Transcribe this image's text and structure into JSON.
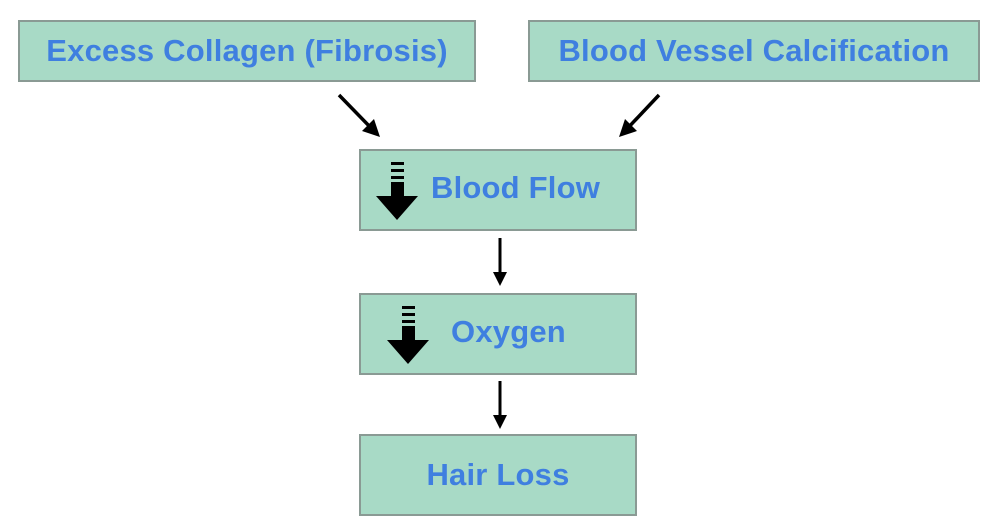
{
  "diagram": {
    "nodes": {
      "fibrosis": {
        "label": "Excess Collagen (Fibrosis)"
      },
      "calcification": {
        "label": "Blood Vessel Calcification"
      },
      "blood_flow": {
        "label": "Blood Flow",
        "indicator": "decrease-arrow-icon"
      },
      "oxygen": {
        "label": "Oxygen",
        "indicator": "decrease-arrow-icon"
      },
      "hair_loss": {
        "label": "Hair Loss"
      }
    },
    "edges": [
      {
        "from": "fibrosis",
        "to": "blood_flow"
      },
      {
        "from": "calcification",
        "to": "blood_flow"
      },
      {
        "from": "blood_flow",
        "to": "oxygen"
      },
      {
        "from": "oxygen",
        "to": "hair_loss"
      }
    ],
    "colors": {
      "box_fill": "#a8dac6",
      "box_border": "#8a9a94",
      "text": "#3f7fe0",
      "arrow": "#000000"
    }
  }
}
